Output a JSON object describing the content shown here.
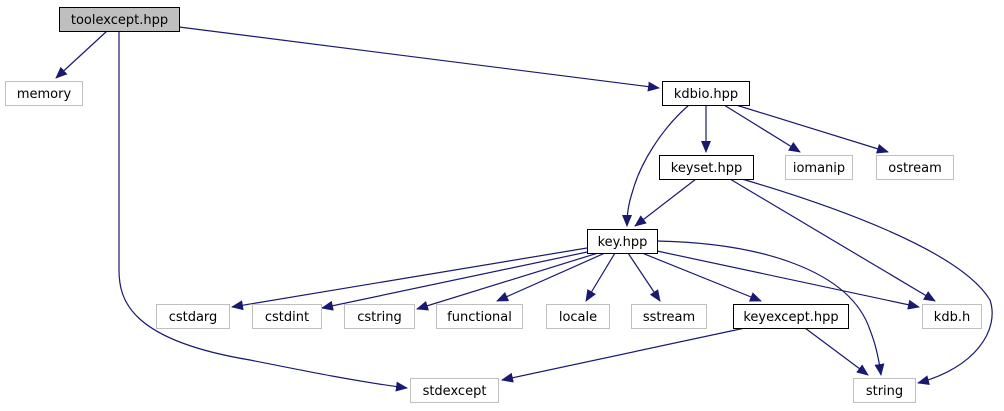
{
  "colors": {
    "edge": "#191970",
    "root_fill": "#bfbfbf",
    "node_fill": "#ffffff",
    "border_strong": "#000000",
    "border_light": "#bfbfbf",
    "text": "#000000"
  },
  "nodes": [
    {
      "id": "toolexcept",
      "label": "toolexcept.hpp",
      "style": "root"
    },
    {
      "id": "memory",
      "label": "memory",
      "style": "external"
    },
    {
      "id": "kdbio",
      "label": "kdbio.hpp",
      "style": "internal"
    },
    {
      "id": "keyset",
      "label": "keyset.hpp",
      "style": "internal"
    },
    {
      "id": "iomanip",
      "label": "iomanip",
      "style": "external"
    },
    {
      "id": "ostream",
      "label": "ostream",
      "style": "external"
    },
    {
      "id": "key",
      "label": "key.hpp",
      "style": "internal"
    },
    {
      "id": "cstdarg",
      "label": "cstdarg",
      "style": "external"
    },
    {
      "id": "cstdint",
      "label": "cstdint",
      "style": "external"
    },
    {
      "id": "cstring",
      "label": "cstring",
      "style": "external"
    },
    {
      "id": "functional",
      "label": "functional",
      "style": "external"
    },
    {
      "id": "locale",
      "label": "locale",
      "style": "external"
    },
    {
      "id": "sstream",
      "label": "sstream",
      "style": "external"
    },
    {
      "id": "keyexcept",
      "label": "keyexcept.hpp",
      "style": "internal"
    },
    {
      "id": "kdbh",
      "label": "kdb.h",
      "style": "external"
    },
    {
      "id": "stdexcept",
      "label": "stdexcept",
      "style": "external"
    },
    {
      "id": "string",
      "label": "string",
      "style": "external"
    }
  ],
  "edges": [
    {
      "from": "toolexcept",
      "to": "memory"
    },
    {
      "from": "toolexcept",
      "to": "kdbio"
    },
    {
      "from": "toolexcept",
      "to": "stdexcept"
    },
    {
      "from": "kdbio",
      "to": "key"
    },
    {
      "from": "kdbio",
      "to": "keyset"
    },
    {
      "from": "kdbio",
      "to": "iomanip"
    },
    {
      "from": "kdbio",
      "to": "ostream"
    },
    {
      "from": "keyset",
      "to": "key"
    },
    {
      "from": "keyset",
      "to": "kdbh"
    },
    {
      "from": "keyset",
      "to": "string"
    },
    {
      "from": "key",
      "to": "cstdarg"
    },
    {
      "from": "key",
      "to": "cstdint"
    },
    {
      "from": "key",
      "to": "cstring"
    },
    {
      "from": "key",
      "to": "functional"
    },
    {
      "from": "key",
      "to": "locale"
    },
    {
      "from": "key",
      "to": "sstream"
    },
    {
      "from": "key",
      "to": "keyexcept"
    },
    {
      "from": "key",
      "to": "kdbh"
    },
    {
      "from": "key",
      "to": "string"
    },
    {
      "from": "keyexcept",
      "to": "stdexcept"
    },
    {
      "from": "keyexcept",
      "to": "string"
    }
  ]
}
